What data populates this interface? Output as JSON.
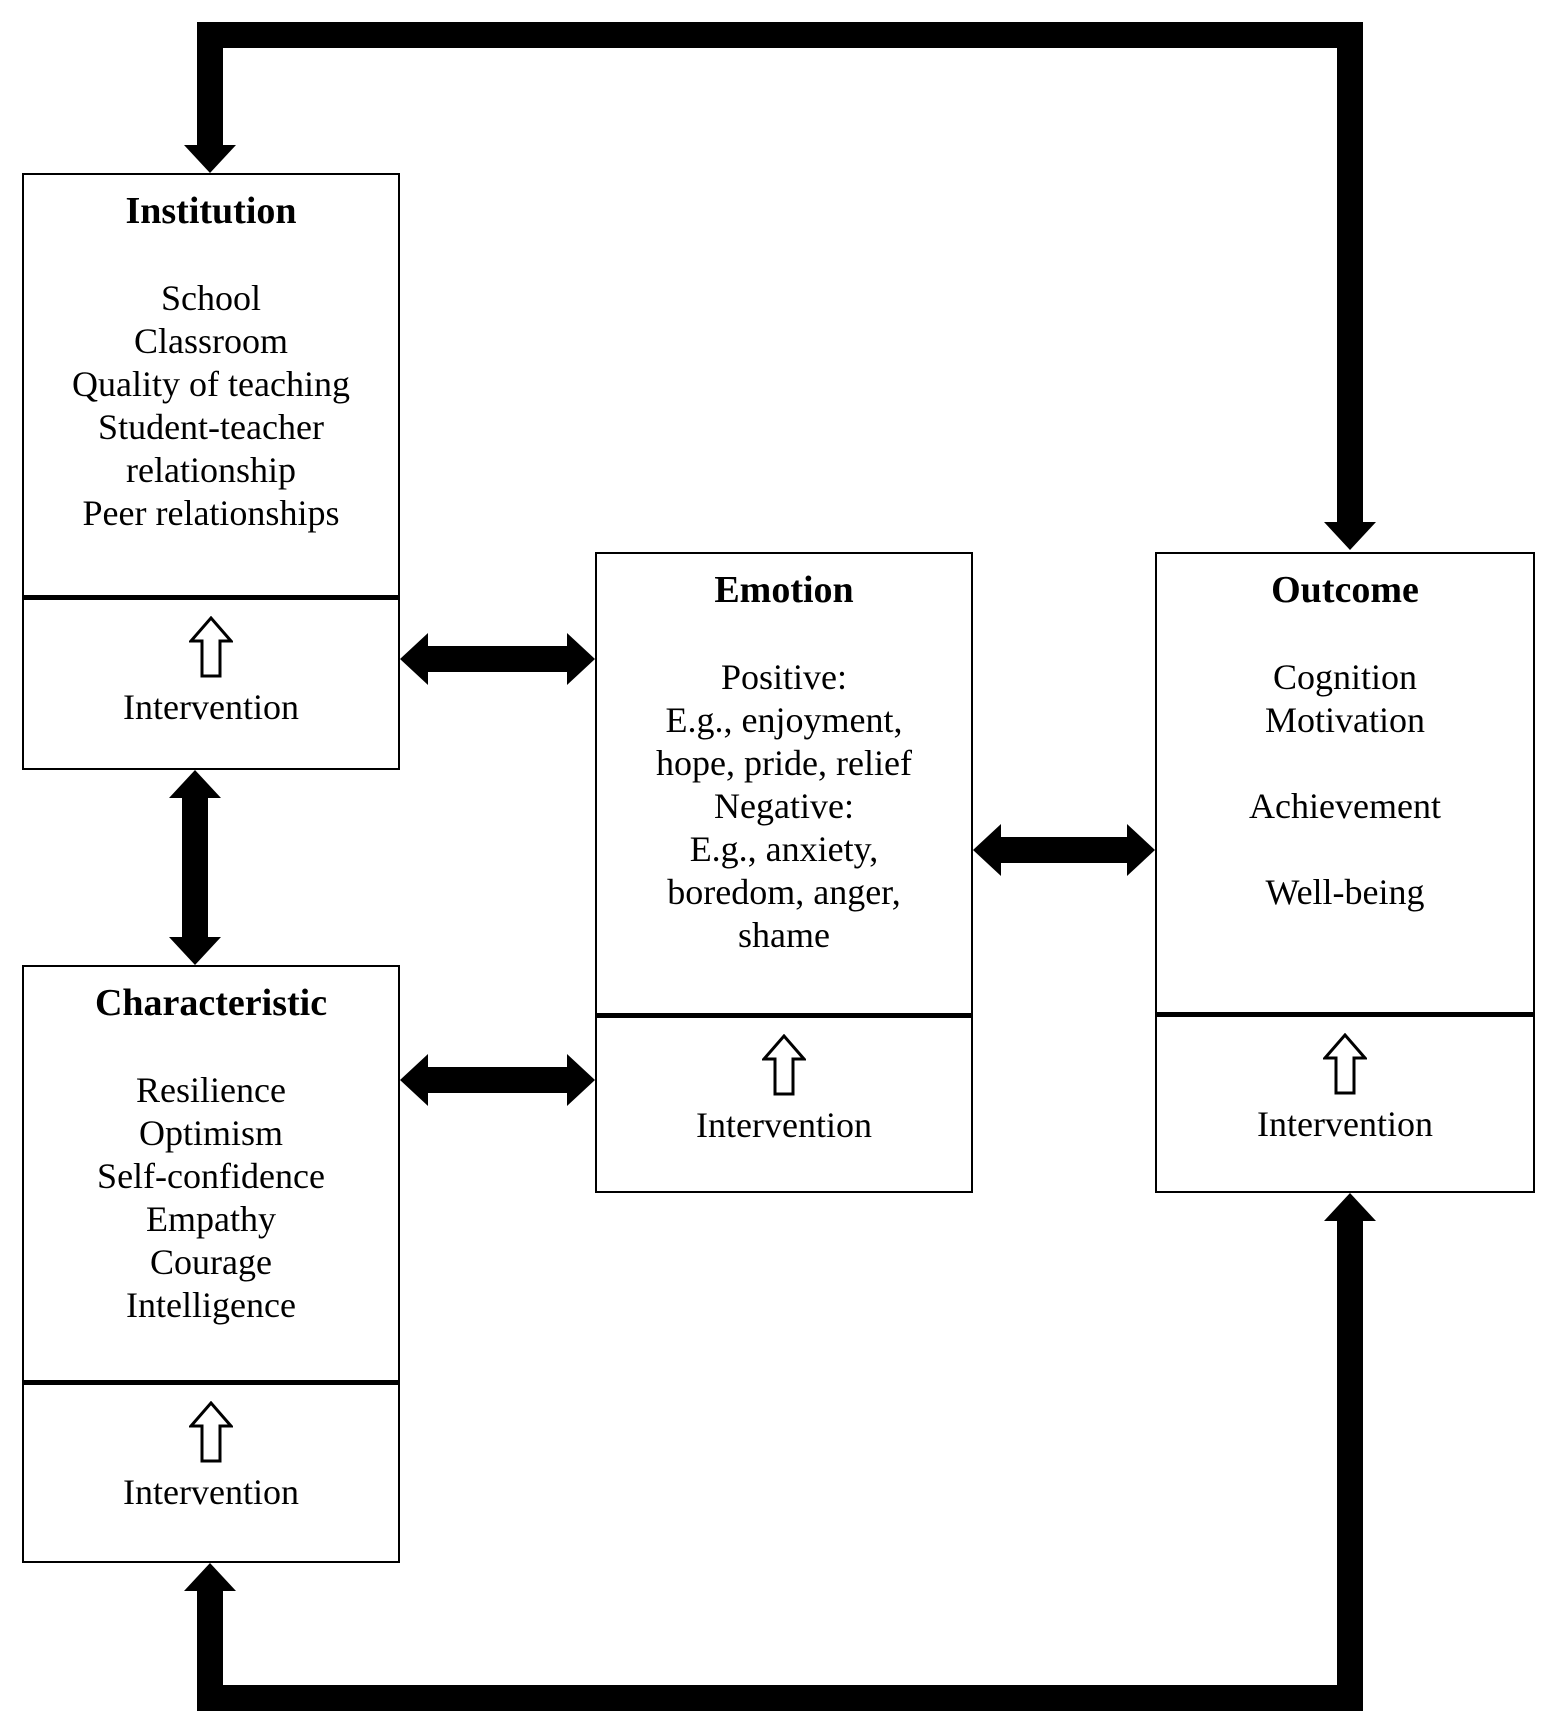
{
  "figure": {
    "background_color": "#ffffff",
    "line_color": "#000000",
    "description": "Conceptual model linking institution, personal characteristics, emotions and outcomes, each with an intervention layer"
  },
  "boxes": {
    "institution": {
      "title": "Institution",
      "items": [
        "School",
        "Classroom",
        "Quality of teaching",
        "Student-teacher",
        "relationship",
        "Peer relationships"
      ],
      "intervention_label": "Intervention"
    },
    "characteristic": {
      "title": "Characteristic",
      "items": [
        "Resilience",
        "Optimism",
        "Self-confidence",
        "Empathy",
        "Courage",
        "Intelligence"
      ],
      "intervention_label": "Intervention"
    },
    "emotion": {
      "title": "Emotion",
      "items": [
        "Positive:",
        "E.g., enjoyment,",
        "hope, pride, relief",
        "Negative:",
        "E.g., anxiety,",
        "boredom, anger,",
        "shame"
      ],
      "intervention_label": "Intervention"
    },
    "outcome": {
      "title": "Outcome",
      "items": [
        "Cognition",
        "Motivation",
        "",
        "Achievement",
        "",
        "Well-being"
      ],
      "intervention_label": "Intervention"
    }
  },
  "connections": [
    {
      "between": [
        "institution",
        "emotion"
      ],
      "type": "double-headed-horizontal"
    },
    {
      "between": [
        "characteristic",
        "emotion"
      ],
      "type": "double-headed-horizontal"
    },
    {
      "between": [
        "emotion",
        "outcome"
      ],
      "type": "double-headed-horizontal"
    },
    {
      "between": [
        "institution",
        "characteristic"
      ],
      "type": "double-headed-vertical"
    },
    {
      "between": [
        "institution",
        "outcome"
      ],
      "type": "routed-top",
      "arrowheads": "into both box tops"
    },
    {
      "between": [
        "characteristic",
        "outcome"
      ],
      "type": "routed-bottom",
      "arrowheads": "into both box bottoms"
    }
  ]
}
